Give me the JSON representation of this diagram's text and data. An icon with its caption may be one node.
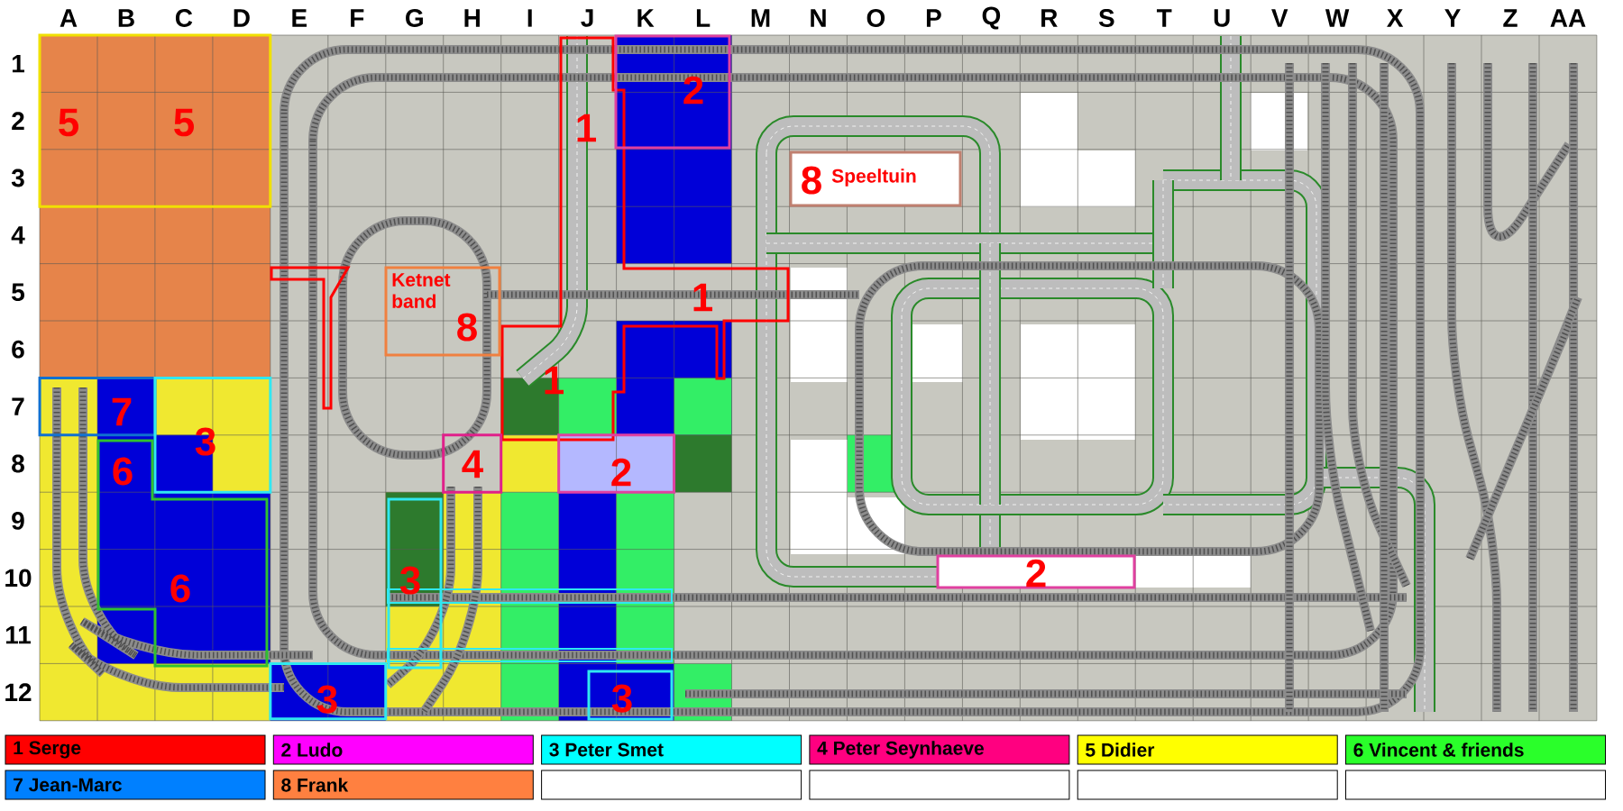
{
  "diagram": {
    "nodes": [
      {
        "text": [
          "5",
          "5"
        ]
      },
      {
        "text": [
          "2"
        ]
      },
      {
        "text": [
          "8",
          "Speeltuin"
        ]
      },
      {
        "text": [
          "Ketnet band",
          "8"
        ]
      },
      {
        "text": [
          "7"
        ]
      },
      {
        "text": [
          "3"
        ]
      },
      {
        "text": [
          "6",
          "6"
        ]
      },
      {
        "text": [
          "4"
        ]
      },
      {
        "text": [
          "2"
        ]
      },
      {
        "text": [
          "3"
        ]
      },
      {
        "text": [
          "2"
        ]
      },
      {
        "text": [
          "3"
        ]
      },
      {
        "text": [
          "3"
        ]
      },
      {
        "text": [],
        "shape": "box"
      }
    ],
    "labels": [
      "A",
      "B",
      "C",
      "D",
      "E",
      "F",
      "G",
      "H",
      "I",
      "J",
      "K",
      "L",
      "M",
      "N",
      "O",
      "P",
      "Q",
      "R",
      "S",
      "T",
      "U",
      "V",
      "W",
      "X",
      "Y",
      "Z",
      "AA",
      "1",
      "2",
      "3",
      "4",
      "5",
      "6",
      "7",
      "8",
      "9",
      "10",
      "11",
      "12",
      "1",
      "1",
      "1"
    ],
    "legend": [
      {
        "text": "1 Serge",
        "color": "#ff0000"
      },
      {
        "text": "2 Ludo",
        "color": "#ff00ff"
      },
      {
        "text": "3 Peter Smet",
        "color": "#00ffff"
      },
      {
        "text": "4 Peter Seynhaeve",
        "color": "#ff0080"
      },
      {
        "text": "5 Didier",
        "color": "#ffff00"
      },
      {
        "text": "6 Vincent & friends",
        "color": "#2aff2a"
      },
      {
        "text": "7 Jean-Marc",
        "color": "#0080ff"
      },
      {
        "text": "8 Frank",
        "color": "#ff8040"
      }
    ]
  }
}
